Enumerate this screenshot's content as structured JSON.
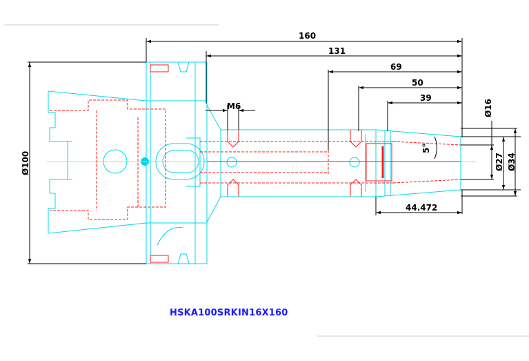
{
  "drawing": {
    "dimensions": {
      "overall_length": "160",
      "shank_length": "131",
      "len_69": "69",
      "len_50": "50",
      "len_39": "39",
      "thread": "M6",
      "angle": "5°",
      "dia_16": "Ø16",
      "dia_27": "Ø27",
      "dia_34": "Ø34",
      "dia_100": "Ø100",
      "taper_length": "44.472"
    },
    "part_number": "HSKA100SRKIN16X160",
    "colors": {
      "outline": "#00d8e8",
      "hidden": "#ff1a1a",
      "dimension": "#000000",
      "centerline": "#e6e600",
      "label": "#1a1aff"
    }
  }
}
